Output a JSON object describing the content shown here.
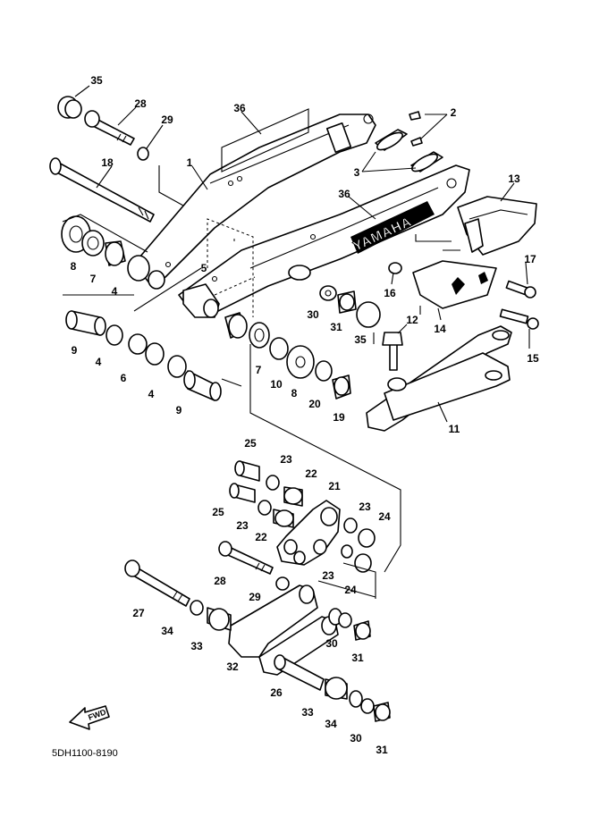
{
  "diagram_code": "5DH1100-8190",
  "brand_mark": "YAMAHA",
  "direction_marker": "FWD",
  "callouts": [
    "35",
    "28",
    "29",
    "36",
    "2",
    "1",
    "18",
    "3",
    "36",
    "13",
    "8",
    "7",
    "4",
    "5",
    "17",
    "16",
    "30",
    "31",
    "35",
    "14",
    "12",
    "15",
    "9",
    "4",
    "6",
    "4",
    "9",
    "7",
    "10",
    "8",
    "20",
    "19",
    "11",
    "25",
    "23",
    "22",
    "21",
    "25",
    "23",
    "22",
    "23",
    "24",
    "28",
    "29",
    "23",
    "24",
    "27",
    "34",
    "33",
    "32",
    "30",
    "31",
    "26",
    "33",
    "34",
    "30",
    "31"
  ]
}
